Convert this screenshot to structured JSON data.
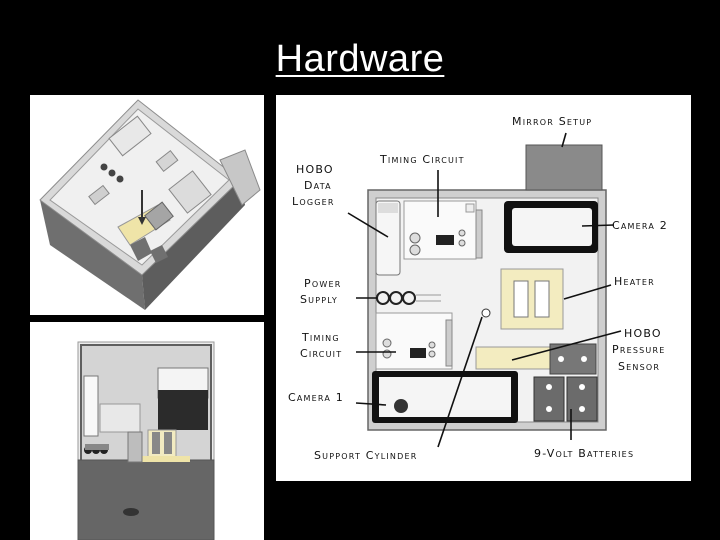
{
  "title": "Hardware",
  "labels": {
    "mirror_setup": "Mirror Setup",
    "timing_circuit_top": "Timing Circuit",
    "hobo_data_logger_1": "HOBO",
    "hobo_data_logger_2": "Data",
    "hobo_data_logger_3": "Logger",
    "camera_2": "Camera 2",
    "power_supply_1": "Power",
    "power_supply_2": "Supply",
    "heater": "Heater",
    "timing_circuit_bottom_1": "Timing",
    "timing_circuit_bottom_2": "Circuit",
    "hobo_pressure_sensor_1": "HOBO",
    "hobo_pressure_sensor_2": "Pressure",
    "hobo_pressure_sensor_3": "Sensor",
    "camera_1": "Camera 1",
    "support_cylinder": "Support Cylinder",
    "batteries": "9-Volt Batteries"
  },
  "colors": {
    "background": "#000000",
    "panel": "#ffffff",
    "heater": "#f3ecc0",
    "component_gray": "#8a8a8a"
  }
}
